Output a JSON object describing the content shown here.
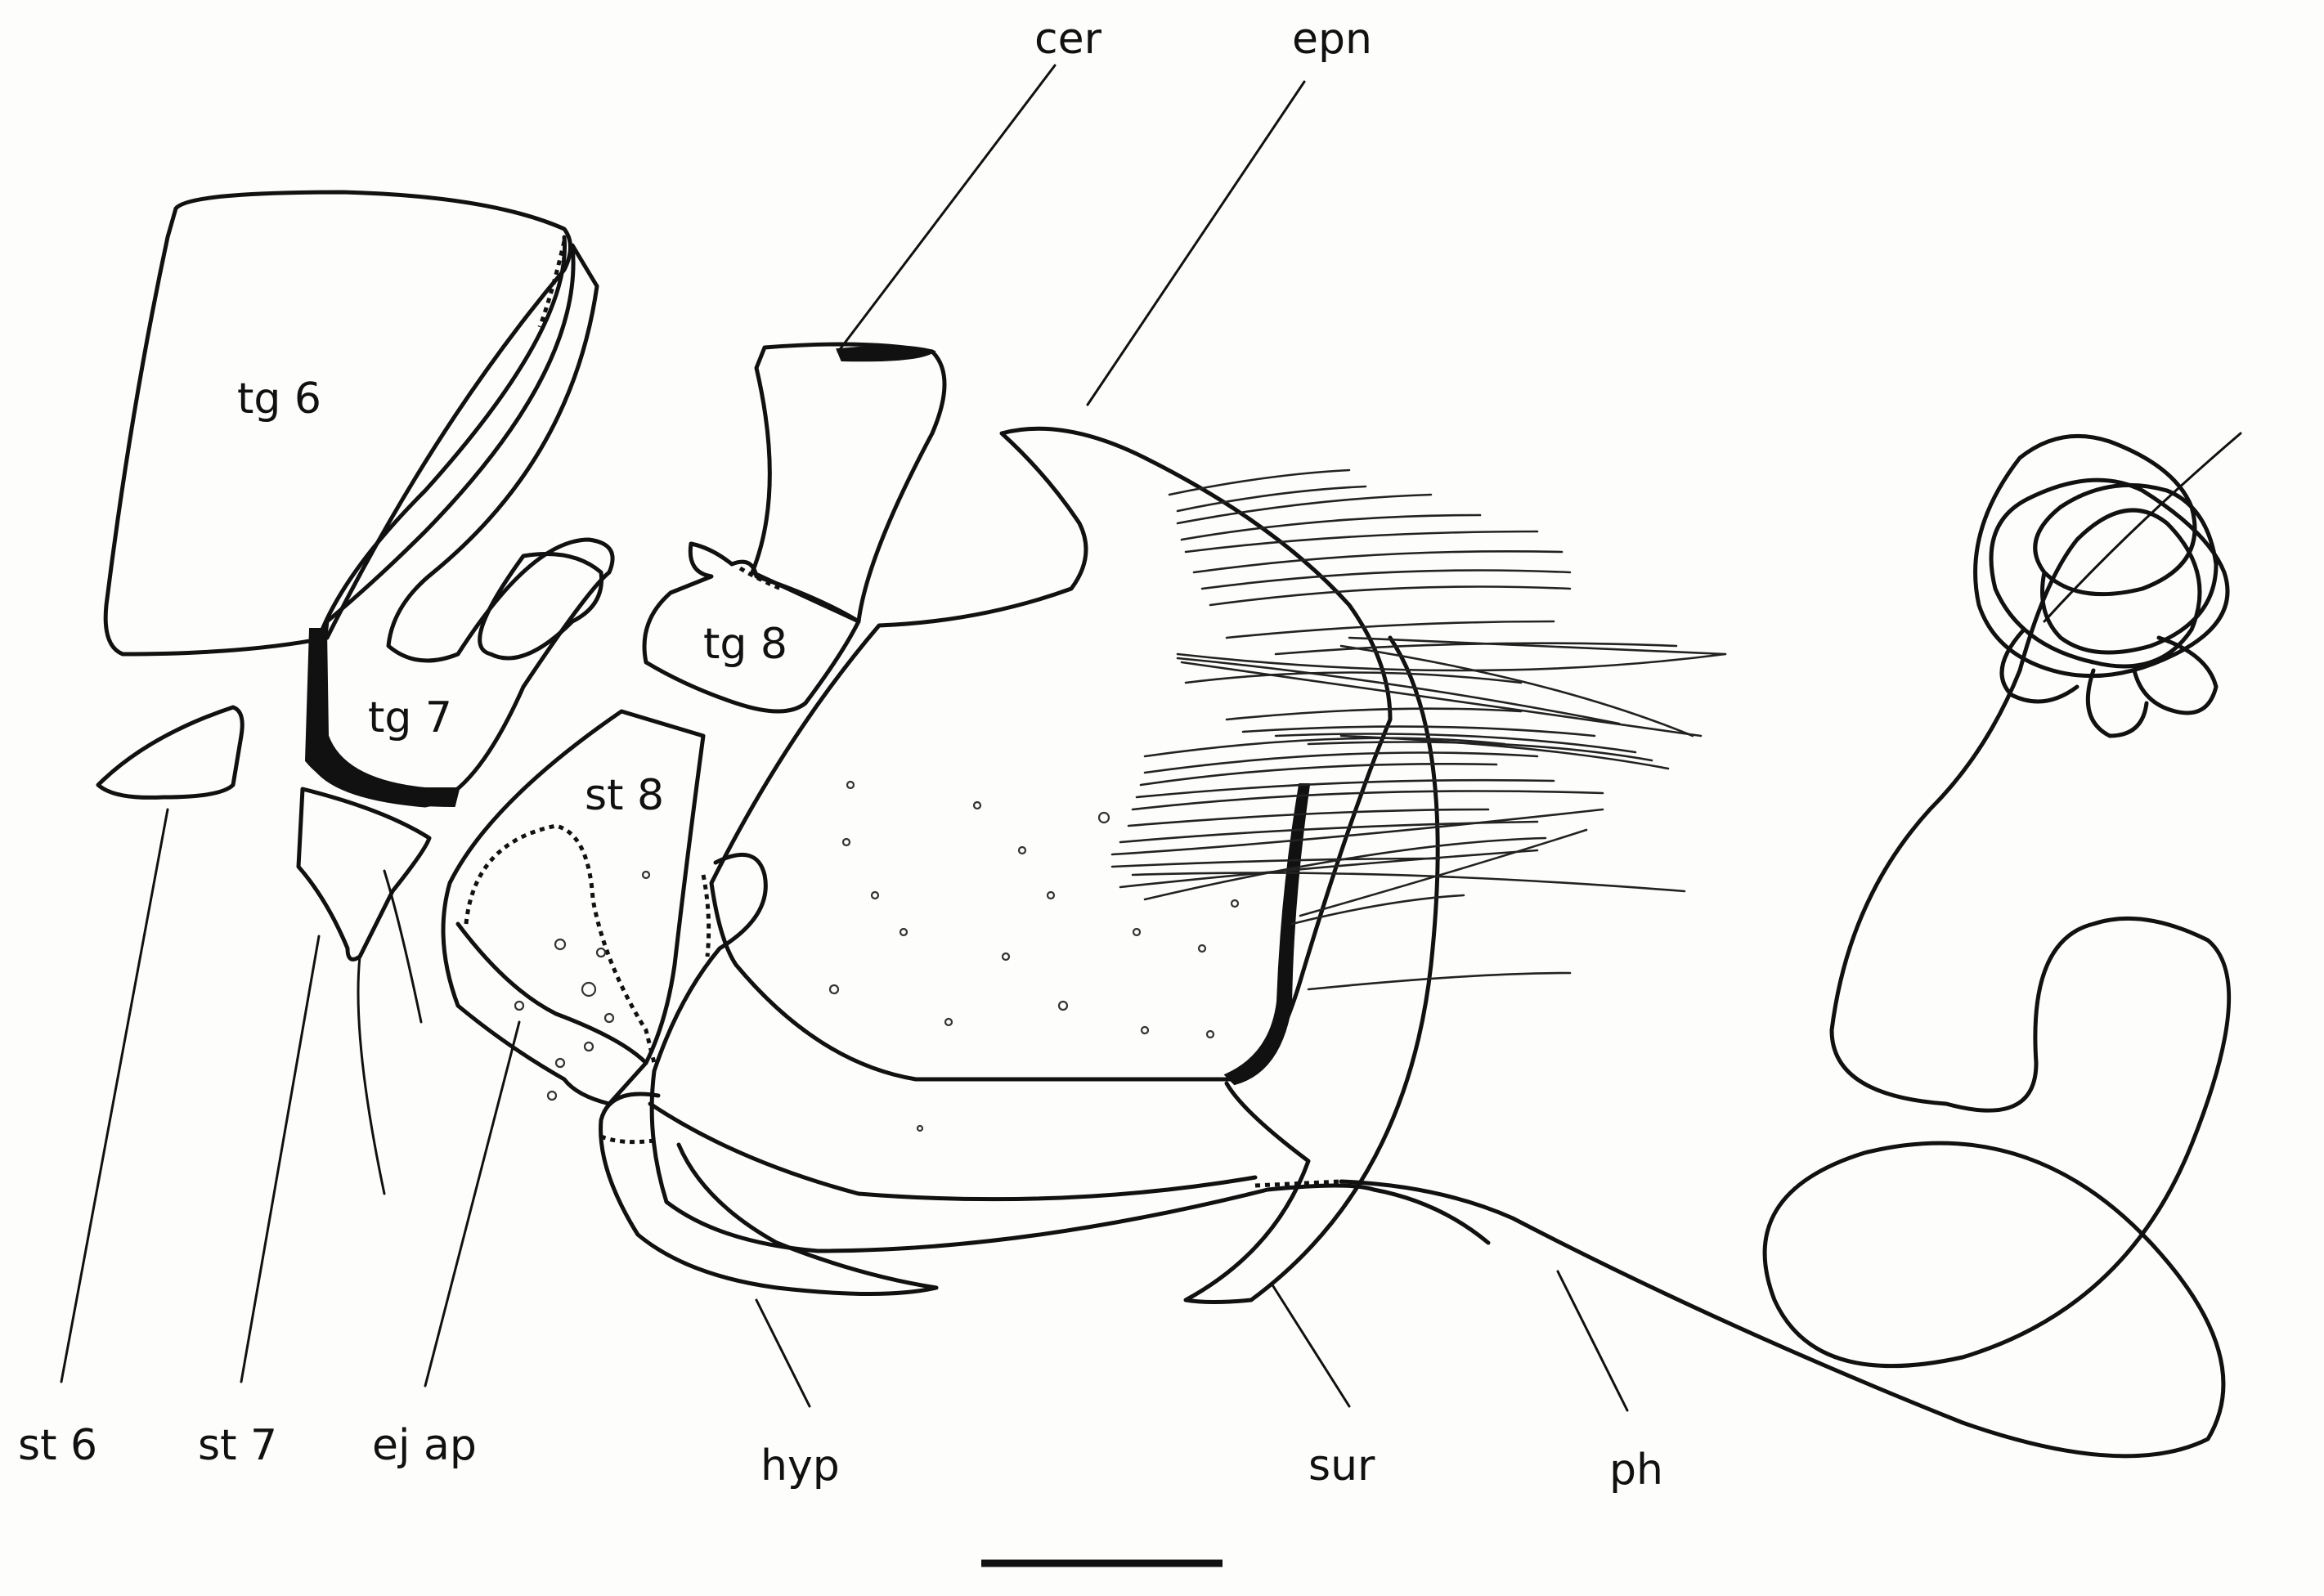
{
  "labels": {
    "tg6": "tg 6",
    "tg7": "tg 7",
    "tg8": "tg 8",
    "st8": "st 8",
    "cer": "cer",
    "epn": "epn",
    "st6": "st 6",
    "st7": "st 7",
    "ej_ap": "ej ap",
    "hyp": "hyp",
    "sur": "sur",
    "ph": "ph"
  }
}
